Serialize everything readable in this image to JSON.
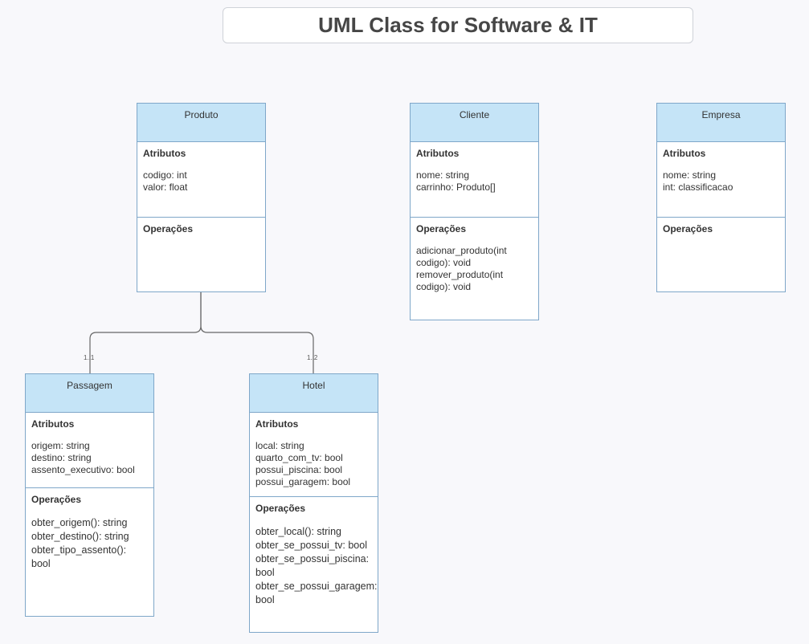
{
  "title": "UML Class for Software & IT",
  "section_labels": {
    "attributes": "Atributos",
    "operations": "Operações"
  },
  "classes": {
    "produto": {
      "name": "Produto",
      "attributes": [
        "codigo: int",
        "valor: float"
      ],
      "operations": []
    },
    "cliente": {
      "name": "Cliente",
      "attributes": [
        "nome: string",
        "carrinho: Produto[]"
      ],
      "operations": [
        "adicionar_produto(int",
        "codigo): void",
        "remover_produto(int",
        "codigo): void"
      ]
    },
    "empresa": {
      "name": "Empresa",
      "attributes": [
        "nome: string",
        "int: classificacao"
      ],
      "operations": []
    },
    "passagem": {
      "name": "Passagem",
      "attributes": [
        "origem: string",
        "destino: string",
        "assento_executivo: bool"
      ],
      "operations": [
        "obter_origem(): string",
        "obter_destino(): string",
        "obter_tipo_assento():",
        "bool"
      ]
    },
    "hotel": {
      "name": "Hotel",
      "attributes": [
        "local: string",
        "quarto_com_tv: bool",
        "possui_piscina: bool",
        "possui_garagem: bool"
      ],
      "operations": [
        "obter_local(): string",
        "obter_se_possui_tv: bool",
        "obter_se_possui_piscina:",
        "bool",
        "obter_se_possui_garagem:",
        "bool"
      ]
    }
  },
  "relations": [
    {
      "from": "Produto",
      "to": "Passagem",
      "multiplicity": "1..1"
    },
    {
      "from": "Produto",
      "to": "Hotel",
      "multiplicity": "1..2"
    }
  ],
  "colors": {
    "header_fill": "#c5e4f7",
    "border": "#7fa7c9",
    "connector": "#666666"
  }
}
